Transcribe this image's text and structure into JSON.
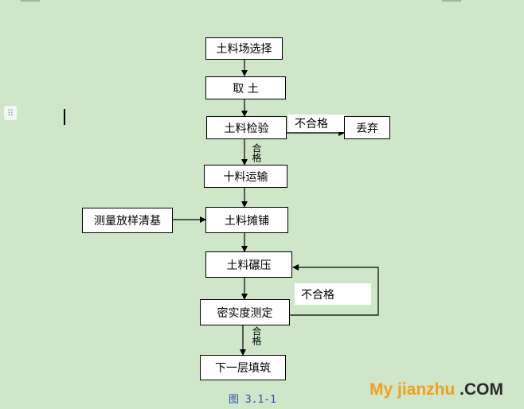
{
  "diagram": {
    "nodes": {
      "select_site": "土料场选择",
      "take_soil": "取 土",
      "inspect": "土料检验",
      "discard": "丢弃",
      "transport": "十料运输",
      "survey": "测量放样清基",
      "spread": "土料摊铺",
      "compact": "土料碾压",
      "density_test": "密实度测定",
      "next_layer": "下一层填筑"
    },
    "edge_labels": {
      "fail_1": "不合格",
      "pass_1": "合格",
      "fail_2": "不合格",
      "pass_2": "合格"
    },
    "caption": "图 3.1-1"
  },
  "editor": {
    "drag_handle_icon": "drag-handle-icon",
    "handle_glyph": "⠿"
  },
  "watermark": {
    "part_a": "My jianzhu",
    "part_b": " .COM"
  },
  "colors": {
    "background": "#cfe6c9",
    "caption": "#2a4fb0",
    "watermark_accent": "#f0a020"
  }
}
